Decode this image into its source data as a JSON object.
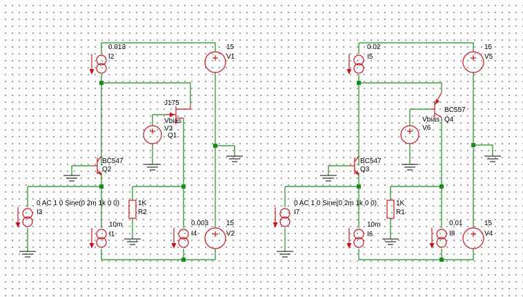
{
  "circuits": [
    {
      "I2": {
        "name": "I2",
        "value": "0.013"
      },
      "V1": {
        "name": "V1",
        "value": "15"
      },
      "J": {
        "name": "Q1",
        "model": "J175"
      },
      "V3": {
        "name": "V3",
        "value": "Vbias"
      },
      "Q2": {
        "name": "Q2",
        "model": "BC547"
      },
      "I3": {
        "name": "I3",
        "value": "0 AC 1  0 Sine(0 2m 1k 0 0)"
      },
      "R": {
        "name": "R2",
        "value": "1K"
      },
      "I1": {
        "name": "I1",
        "value": "10m"
      },
      "I4": {
        "name": "I4",
        "value": "0.003"
      },
      "V2": {
        "name": "V2",
        "value": "15"
      }
    },
    {
      "I2": {
        "name": "I5",
        "value": "0.02"
      },
      "V1": {
        "name": "V5",
        "value": "15"
      },
      "J": {
        "name": "Q4",
        "model": "BC557"
      },
      "V3": {
        "name": "V6",
        "value": "Vbias"
      },
      "Q2": {
        "name": "Q3",
        "model": "BC547"
      },
      "I3": {
        "name": "I7",
        "value": "0 AC 1  0 Sine(0 2m 1k 0 0)"
      },
      "R": {
        "name": "R1",
        "value": "1K"
      },
      "I1": {
        "name": "I6",
        "value": "10m"
      },
      "I4": {
        "name": "I8",
        "value": "0.01"
      },
      "V2": {
        "name": "V4",
        "value": "15"
      }
    }
  ]
}
